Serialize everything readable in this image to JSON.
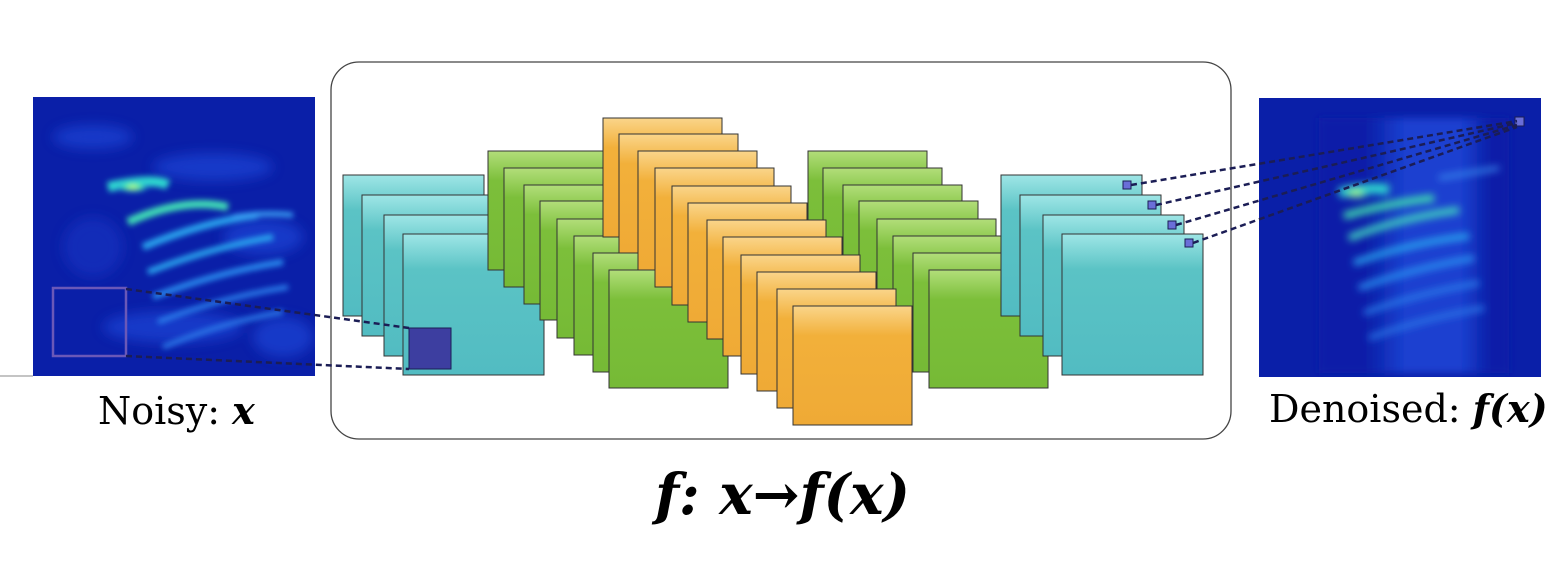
{
  "input_panel": {
    "label_prefix": "Noisy: ",
    "label_var": "x"
  },
  "output_panel": {
    "label_prefix": "Denoised: ",
    "label_var": "f(x)"
  },
  "formula": "f: x→f(x)",
  "colors": {
    "teal": "#5bc3c5",
    "green": "#7cbf3a",
    "orange": "#f2b03a",
    "patch": "#3d3ea0",
    "dash": "#1b1d55",
    "heatmap_bg": "#0a1fa8"
  }
}
